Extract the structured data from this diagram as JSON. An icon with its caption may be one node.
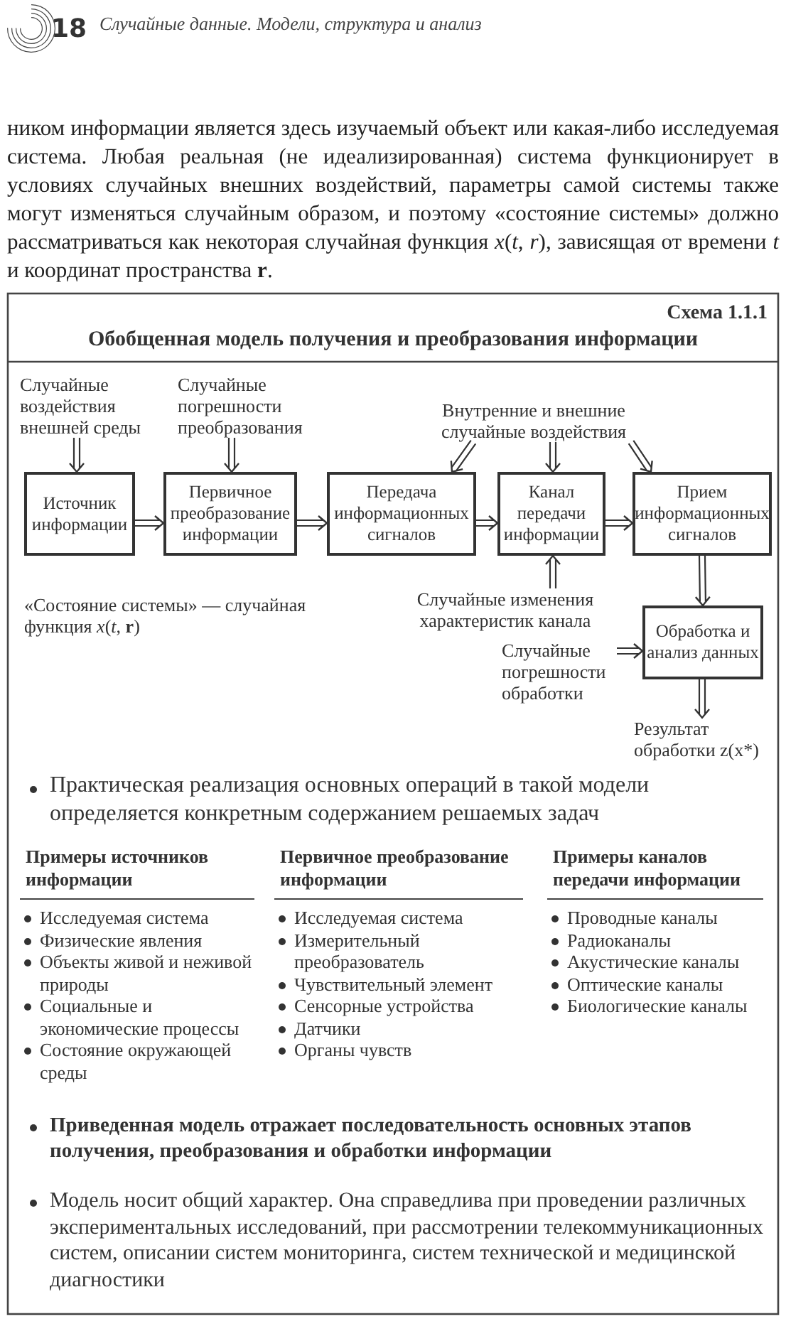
{
  "diagram": {
    "title": "Обобщенная модель получения и преобразования информации",
    "nodes": [
      {
        "text": [
          "Источник информации"
        ]
      },
      {
        "text": [
          "Первичное преобразование информации"
        ]
      },
      {
        "text": [
          "Передача информационных сигналов"
        ]
      },
      {
        "text": [
          "Канал передачи информации"
        ]
      },
      {
        "text": [
          "Прием информационных сигналов"
        ]
      },
      {
        "text": [
          "Обработка и анализ данных"
        ]
      },
      {
        "text": [
          "Случайные воздействия внешней среды"
        ]
      },
      {
        "text": [
          "Случайные погрешности преобразования"
        ]
      },
      {
        "text": [
          "Внутренние и внешние случайные воздействия"
        ]
      },
      {
        "text": [
          "Случайные изменения характеристик канала"
        ]
      },
      {
        "text": [
          "Случайные погрешности обработки"
        ]
      },
      {
        "text": [
          "Результат обработки z(x*)"
        ]
      }
    ],
    "edges": [
      {
        "from": 0,
        "to": 1,
        "arrow": "to"
      },
      {
        "from": 1,
        "to": 2,
        "arrow": "to"
      },
      {
        "from": 2,
        "to": 3,
        "arrow": "to"
      },
      {
        "from": 3,
        "to": 4,
        "arrow": "to"
      },
      {
        "from": 4,
        "to": 5,
        "arrow": "to"
      },
      {
        "from": 5,
        "to": 11,
        "arrow": "to"
      },
      {
        "from": 6,
        "to": 0,
        "arrow": "to"
      },
      {
        "from": 7,
        "to": 1,
        "arrow": "to"
      },
      {
        "from": 8,
        "to": 2,
        "arrow": "to"
      },
      {
        "from": 8,
        "to": 3,
        "arrow": "to"
      },
      {
        "from": 8,
        "to": 4,
        "arrow": "to"
      },
      {
        "from": 9,
        "to": 3,
        "arrow": "to"
      },
      {
        "from": 10,
        "to": 5,
        "arrow": "to"
      }
    ],
    "labels": [
      "18",
      "Случайные данные. Модели, структура и анализ",
      "ником информации является здесь изучаемый объект или какая-либо исследуемая система. Любая реальная (не идеализированная) система функционирует в условиях случайных внешних воздействий, параметры самой системы также могут изменяться случайным образом, и поэтому «состояние системы» должно рассматриваться как некоторая случайная функция *x*(*t*, *r*), зависящая от времени *t* и координат пространства **r**.",
      "Схема 1.1.1",
      "«Состояние системы» — случайная функция *x*(*t*, **r**)",
      "Практическая реализация основных операций в такой модели определяется конкретным содержанием решаемых задач",
      "Примеры источников информации",
      "Исследуемая система",
      "Физические явления",
      "Объекты живой и неживой природы",
      "Социальные и экономические процессы",
      "Состояние окружающей среды",
      "Первичное преобразование информации",
      "Исследуемая система",
      "Измерительный преобразователь",
      "Чувствительный элемент",
      "Сенсорные устройства",
      "Датчики",
      "Органы чувств",
      "Примеры каналов передачи информации",
      "Проводные каналы",
      "Радиоканалы",
      "Акустические каналы",
      "Оптические каналы",
      "Биологические каналы",
      "Приведенная модель отражает последовательность основных этапов получения, преобразования и обработки информации",
      "Модель носит общий характер. Она справедлива при проведении различных экспериментальных исследований, при рассмотрении телекоммуникационных систем, описании систем мониторинга, систем технической и медицинской диагностики"
    ]
  }
}
